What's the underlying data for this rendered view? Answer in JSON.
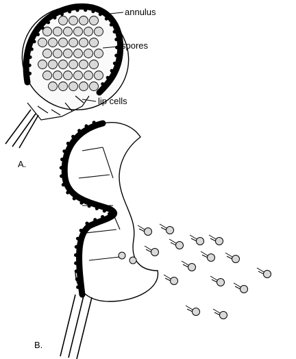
{
  "labels": {
    "annulus": "annulus",
    "spores": "spores",
    "lip_cells": "lip cells",
    "panel_a": "A.",
    "panel_b": "B."
  },
  "colors": {
    "ink": "#000000",
    "paper": "#ffffff",
    "spore_fill": "#d9d9d9"
  }
}
